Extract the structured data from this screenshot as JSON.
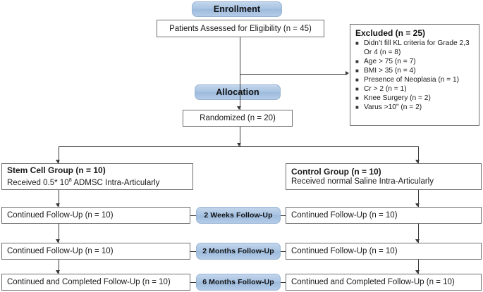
{
  "diagram": {
    "title": "CONSORT Participant Flow Diagram",
    "accent_blue": "#a8c3e2",
    "border_gray": "#6f6f6f",
    "line_color": "#3a3a3a"
  },
  "stages": {
    "enrollment": "Enrollment",
    "allocation": "Allocation"
  },
  "enrollment": {
    "assessed": "Patients Assessed for Eligibility (n = 45)"
  },
  "excluded": {
    "title": "Excluded (n = 25)",
    "items": [
      "Didn’t fill KL criteria for Grade 2,3 Or 4 (n = 8)",
      "Age > 75 (n = 7)",
      "BMI > 35 (n = 4)",
      "Presence of Neoplasia (n = 1)",
      "Cr > 2 (n = 1)",
      "Knee Surgery (n = 2)",
      "Varus >10ʺ (n = 2)"
    ]
  },
  "allocation": {
    "randomized": "Randomized (n = 20)"
  },
  "arms": {
    "stem_cell": {
      "title": "Stem Cell Group (n = 10)",
      "detail_prefix": "Received 0.5* 10",
      "detail_sup": "8",
      "detail_suffix": " ADMSC Intra-Articularly"
    },
    "control": {
      "title": "Control Group (n = 10)",
      "detail": "Received normal Saline Intra-Articularly"
    }
  },
  "followups": [
    {
      "label": "2 Weeks Follow-Up",
      "left": "Continued Follow-Up (n = 10)",
      "right": "Continued Follow-Up (n = 10)"
    },
    {
      "label": "2 Months Follow-Up",
      "left": "Continued Follow-Up (n = 10)",
      "right": "Continued Follow-Up (n = 10)"
    },
    {
      "label": "6 Months Follow-Up",
      "left": "Continued and Completed Follow-Up (n = 10)",
      "right": "Continued and Completed Follow-Up (n = 10)"
    }
  ]
}
